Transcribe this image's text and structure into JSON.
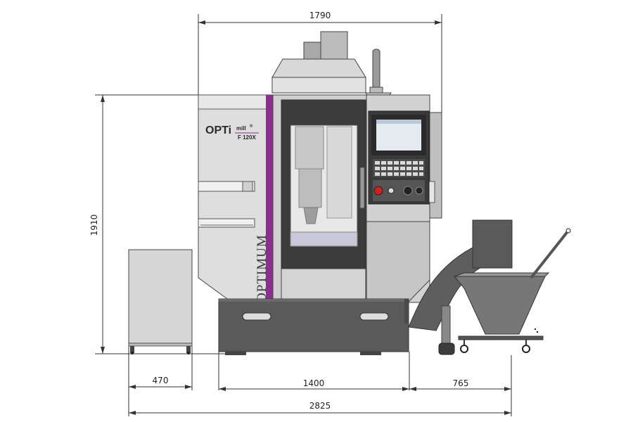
{
  "dimensions": {
    "top_width": "1790",
    "height": "1910",
    "cabinet_width": "470",
    "base_width": "1400",
    "chip_conveyor_width": "765",
    "overall_width": "2825"
  },
  "machine_labels": {
    "logo_opti": "OPTi",
    "logo_mill": "mill",
    "logo_reg": "®",
    "model": "F 120X",
    "brand": "OPTIMUM"
  },
  "colors": {
    "accent_purple": "#8a2f8f",
    "body_light": "#dcdcdc",
    "body_mid": "#c4c4c4",
    "base_dark": "#5a5a5a",
    "hopper_dark": "#707070"
  }
}
